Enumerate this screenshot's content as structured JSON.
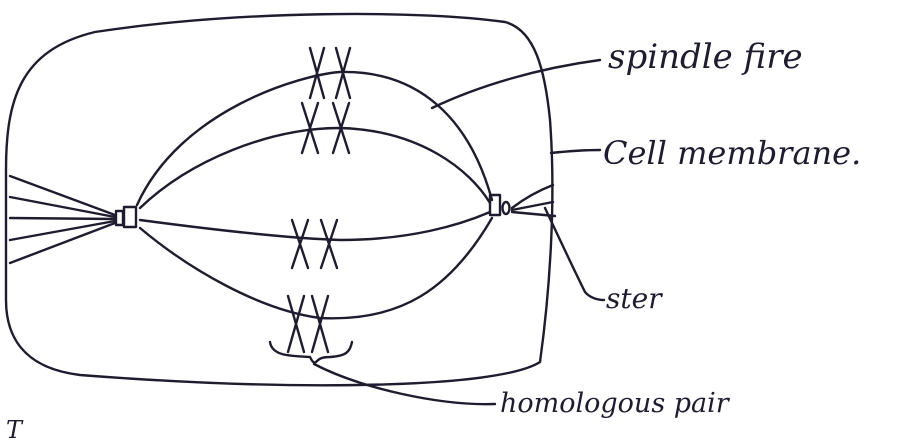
{
  "diagram": {
    "labels": {
      "spindle_fibre": "spindle fire",
      "cell_membrane": "Cell membrane.",
      "aster": "ster",
      "homologous_pair": "homologous pair",
      "caption_fragment": "T"
    }
  }
}
